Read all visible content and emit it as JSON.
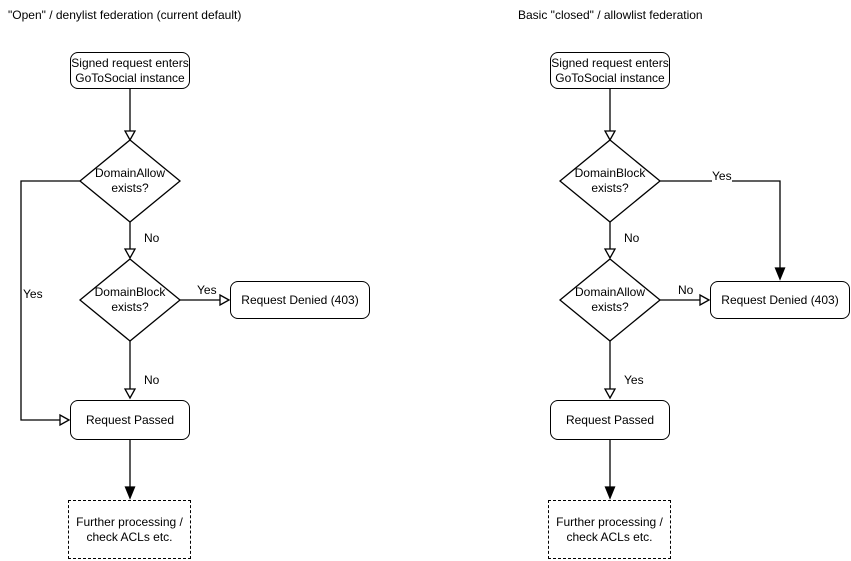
{
  "colors": {
    "line": "#000000",
    "background": "#ffffff",
    "text": "#000000"
  },
  "left": {
    "title": "\"Open\" / denylist federation (current default)",
    "start": "Signed request enters\nGoToSocial instance",
    "decision1": "DomainAllow\nexists?",
    "decision1_yes": "Yes",
    "decision1_no": "No",
    "decision2": "DomainBlock\nexists?",
    "decision2_yes": "Yes",
    "decision2_no": "No",
    "denied": "Request Denied (403)",
    "passed": "Request Passed",
    "further": "Further processing /\ncheck ACLs etc."
  },
  "right": {
    "title": "Basic \"closed\" / allowlist federation",
    "start": "Signed request enters\nGoToSocial instance",
    "decision1": "DomainBlock\nexists?",
    "decision1_yes": "Yes",
    "decision1_no": "No",
    "decision2": "DomainAllow\nexists?",
    "decision2_no": "No",
    "decision2_yes": "Yes",
    "denied": "Request Denied (403)",
    "passed": "Request Passed",
    "further": "Further processing /\ncheck ACLs etc."
  }
}
